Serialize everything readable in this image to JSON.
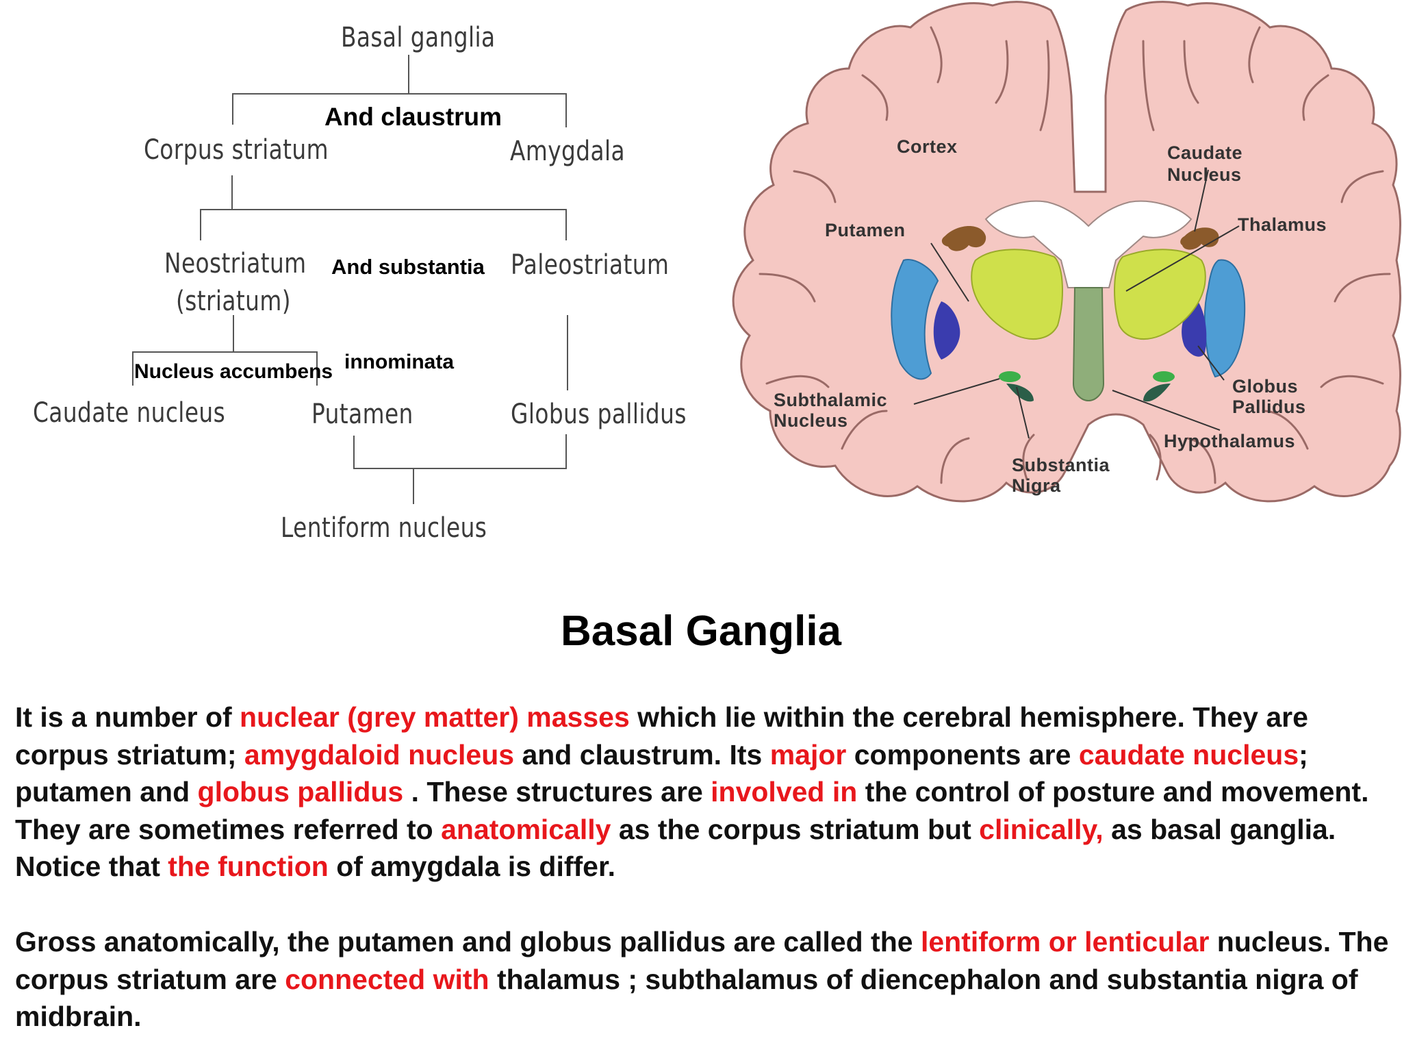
{
  "tree": {
    "root": "Basal ganglia",
    "corpus_striatum": "Corpus striatum",
    "amygdala": "Amygdala",
    "neostriatum": "Neostriatum",
    "striatum": "(striatum)",
    "paleostriatum": "Paleostriatum",
    "caudate": "Caudate nucleus",
    "putamen": "Putamen",
    "globus": "Globus pallidus",
    "lentiform": "Lentiform nucleus",
    "note_claustrum": "And claustrum",
    "note_substantia": "And substantia",
    "note_innominata": "innominata",
    "note_accumbens": "Nucleus accumbens"
  },
  "brain": {
    "cortex": "Cortex",
    "caudate_1": "Caudate",
    "caudate_2": "Nucleus",
    "thalamus": "Thalamus",
    "putamen": "Putamen",
    "subthalamic_1": "Subthalamic",
    "subthalamic_2": "Nucleus",
    "globus_1": "Globus",
    "globus_2": "Pallidus",
    "hypothalamus": "Hypothalamus",
    "substantia_1": "Substantia",
    "substantia_2": "Nigra",
    "colors": {
      "cortex_fill": "#f5c8c3",
      "cortex_outline": "#9a6a66",
      "putamen": "#4e9dd4",
      "globus": "#3a3cae",
      "thalamus": "#cfe04b",
      "caudate": "#8b5a2b",
      "subthalamic": "#3cb04a"
    }
  },
  "title": "Basal Ganglia",
  "p1": {
    "s1": "It is a number of ",
    "r1": "nuclear (grey matter) masses",
    "s2": " which lie within the cerebral hemisphere. They are corpus striatum; ",
    "r2": "amygdaloid nucleus",
    "s3": " and claustrum. Its ",
    "r3": "major",
    "s4": " components are ",
    "r4": "caudate nucleus",
    "s5": "; putamen and ",
    "r5": "globus pallidus",
    "s6": " . These structures are ",
    "r6": "involved in",
    "s7": " the control of posture and movement. They are sometimes referred to ",
    "r7": "anatomically",
    "s8": " as the corpus striatum but ",
    "r8": "clinically,",
    "s9": " as basal ganglia. Notice that ",
    "r9": "the function",
    "s10": " of amygdala is differ."
  },
  "p2": {
    "s1": "Gross anatomically, the putamen and globus pallidus are called the ",
    "r1": "lentiform or lenticular",
    "s2": " nucleus. The corpus striatum are ",
    "r2": "connected with",
    "s3": " thalamus ; subthalamus of diencephalon and substantia nigra of midbrain."
  },
  "highlight_color": "#e8171c"
}
